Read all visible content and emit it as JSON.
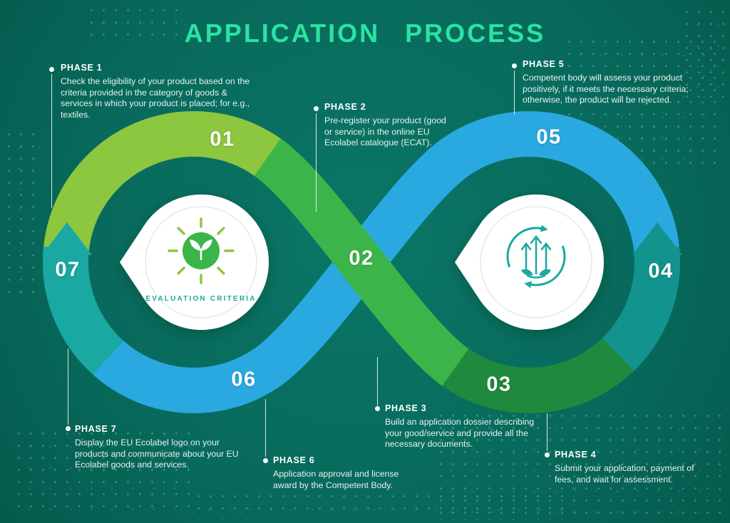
{
  "title": "APPLICATION PROCESS",
  "colors": {
    "background": "#07695B",
    "title": "#2BE3A3",
    "light_green": "#8DC63F",
    "mid_green": "#3BB54A",
    "dark_green": "#1F8A3E",
    "teal": "#19A8A2",
    "teal_dark": "#13938E",
    "blue": "#2AA9E0",
    "white": "#FFFFFF",
    "caption_teal": "#23A79C",
    "body_text": "#E6F3EE"
  },
  "center_left": {
    "caption": "EVALUATION CRITERIA",
    "icon": "sun-leaf-icon"
  },
  "center_right": {
    "icon": "growth-cycle-icon"
  },
  "phases": [
    {
      "num": "01",
      "label": "PHASE 1",
      "text": "Check the eligibility of your product based on the criteria provided in the category of goods & services in which your product is placed; for e.g., textiles."
    },
    {
      "num": "02",
      "label": "PHASE 2",
      "text": "Pre-register your product (good or service) in the online EU Ecolabel catalogue (ECAT)."
    },
    {
      "num": "03",
      "label": "PHASE 3",
      "text": "Build an application dossier describing your good/service and provide all the necessary documents."
    },
    {
      "num": "04",
      "label": "PHASE 4",
      "text": "Submit your application, payment of fees, and wait for assessment."
    },
    {
      "num": "05",
      "label": "PHASE 5",
      "text": "Competent body will assess your product positively, if it meets the necessary criteria; otherwise, the product will be rejected."
    },
    {
      "num": "06",
      "label": "PHASE 6",
      "text": "Application approval and license award by the Competent Body."
    },
    {
      "num": "07",
      "label": "PHASE 7",
      "text": "Display the EU Ecolabel logo on your products and communicate about your EU Ecolabel goods and services."
    }
  ]
}
